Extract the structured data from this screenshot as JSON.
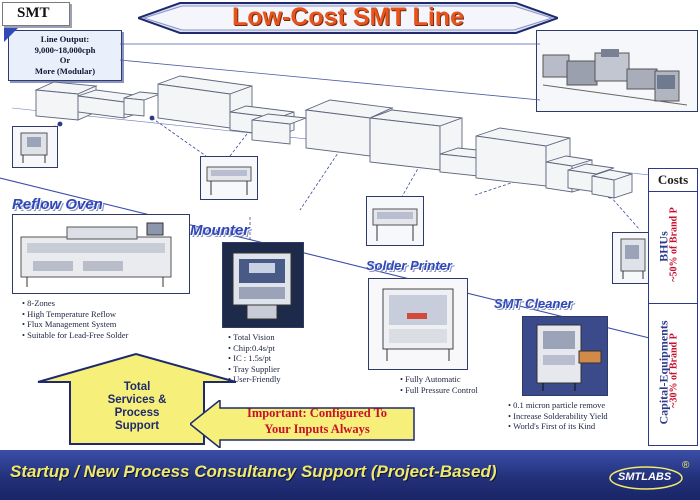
{
  "header": {
    "tag": "SMT",
    "title": "Low-Cost SMT Line",
    "title_color": "#e8551c"
  },
  "line_output": {
    "line1": "Line Output:",
    "line2": "9,000~18,000cph",
    "line3": "Or",
    "line4": "More (Modular)"
  },
  "sections": {
    "reflow": {
      "title": "Reflow Oven",
      "bullets": [
        "8-Zones",
        "High Temperature Reflow",
        "Flux Management System",
        "Suitable for Lead-Free Solder"
      ]
    },
    "mounter": {
      "title": "Mounter",
      "bullets": [
        "Total Vision",
        "Chip:0.4s/pt",
        "IC : 1.5s/pt",
        "Tray Supplier",
        "User-Friendly"
      ]
    },
    "printer": {
      "title": "Solder Printer",
      "bullets": [
        "Fully Automatic",
        "Full Pressure Control"
      ]
    },
    "cleaner": {
      "title": "SMT Cleaner",
      "bullets": [
        "0.1 micron particle remove",
        "Increase Solderability Yield",
        "World's First of its Kind"
      ]
    }
  },
  "costs_panel": {
    "header": "Costs",
    "row1_label": "BHUs",
    "row1_value": "~50% of Brand P",
    "row2_label": "Capital-Equipments",
    "row2_value": "~30% of Brand P"
  },
  "support_arrow": {
    "line1": "Total",
    "line2": "Services &",
    "line3": "Process",
    "line4": "Support"
  },
  "important": {
    "line1": "Important: Configured To",
    "line2": "Your Inputs Always"
  },
  "footer": {
    "text": "Startup / New Process Consultancy Support (Project-Based)",
    "logo": "SMTLABS",
    "registered": "®"
  },
  "colors": {
    "accent_blue": "#3149b8",
    "navy": "#1f2a6e",
    "footer_bg": "#2a3a8a",
    "footer_text": "#f1e96a",
    "arrow_fill": "#f6f07a",
    "important_text": "#c8102e"
  }
}
